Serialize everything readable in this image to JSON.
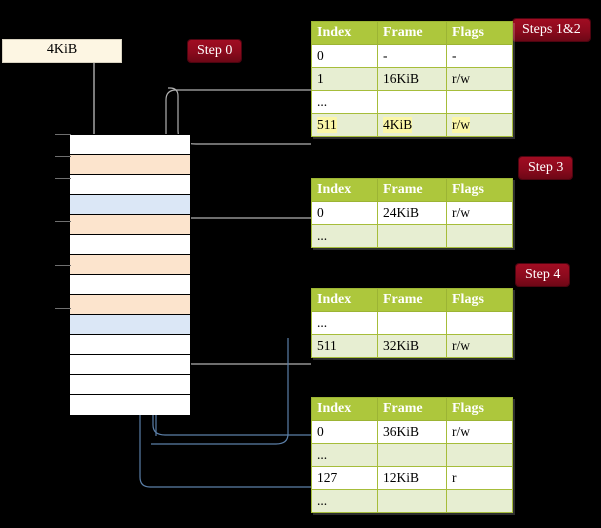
{
  "labels": {
    "step0": "Step 0",
    "steps12": "Steps 1&2",
    "step3": "Step 3",
    "step4": "Step 4"
  },
  "source_box": {
    "text": "4KiB"
  },
  "colors": {
    "badge": "#8b0a1d",
    "table_header": "#adc73c",
    "table_row_alt": "#e7eed2",
    "highlight": "#fbf7a8",
    "mem_orange": "#fce4cd",
    "mem_blue": "#dbe7f6",
    "wire_grey": "#9a9a9a",
    "wire_blue": "#5b7fa8"
  },
  "tables": [
    {
      "name": "level-0-table",
      "headers": [
        "Index",
        "Frame",
        "Flags"
      ],
      "rows": [
        {
          "cells": [
            "0",
            "-",
            "-"
          ],
          "shade": "a",
          "highlight": false
        },
        {
          "cells": [
            "1",
            "16KiB",
            "r/w"
          ],
          "shade": "b",
          "highlight": false
        },
        {
          "cells": [
            "...",
            "",
            ""
          ],
          "shade": "a",
          "highlight": false
        },
        {
          "cells": [
            "511",
            "4KiB",
            "r/w"
          ],
          "shade": "b",
          "highlight": true
        }
      ]
    },
    {
      "name": "level-1-table",
      "headers": [
        "Index",
        "Frame",
        "Flags"
      ],
      "rows": [
        {
          "cells": [
            "0",
            "24KiB",
            "r/w"
          ],
          "shade": "a",
          "highlight": false
        },
        {
          "cells": [
            "...",
            "",
            ""
          ],
          "shade": "b",
          "highlight": false
        }
      ]
    },
    {
      "name": "level-2-table",
      "headers": [
        "Index",
        "Frame",
        "Flags"
      ],
      "rows": [
        {
          "cells": [
            "...",
            "",
            ""
          ],
          "shade": "a",
          "highlight": false
        },
        {
          "cells": [
            "511",
            "32KiB",
            "r/w"
          ],
          "shade": "b",
          "highlight": false
        }
      ]
    },
    {
      "name": "level-3-table",
      "headers": [
        "Index",
        "Frame",
        "Flags"
      ],
      "rows": [
        {
          "cells": [
            "0",
            "36KiB",
            "r/w"
          ],
          "shade": "a",
          "highlight": false
        },
        {
          "cells": [
            "...",
            "",
            ""
          ],
          "shade": "b",
          "highlight": false
        },
        {
          "cells": [
            "127",
            "12KiB",
            "r"
          ],
          "shade": "a",
          "highlight": false
        },
        {
          "cells": [
            "...",
            "",
            ""
          ],
          "shade": "b",
          "highlight": false
        }
      ]
    }
  ],
  "memory_column": {
    "name": "physical-memory-column",
    "rows": [
      {
        "fill": "white"
      },
      {
        "fill": "orange"
      },
      {
        "fill": "white"
      },
      {
        "fill": "blue"
      },
      {
        "fill": "orange"
      },
      {
        "fill": "white"
      },
      {
        "fill": "orange"
      },
      {
        "fill": "white"
      },
      {
        "fill": "orange"
      },
      {
        "fill": "blue"
      },
      {
        "fill": "white"
      },
      {
        "fill": "white"
      },
      {
        "fill": "white"
      },
      {
        "fill": "white"
      }
    ]
  }
}
